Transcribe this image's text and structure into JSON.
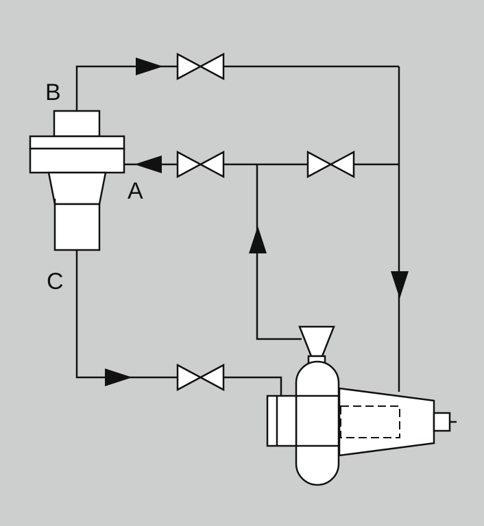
{
  "colors": {
    "background": "#cdcfcf",
    "stroke": "#111111",
    "fill": "#ffffff",
    "arrow": "#111111"
  },
  "labels": {
    "port_a": "A",
    "port_b": "B",
    "port_c": "C"
  }
}
